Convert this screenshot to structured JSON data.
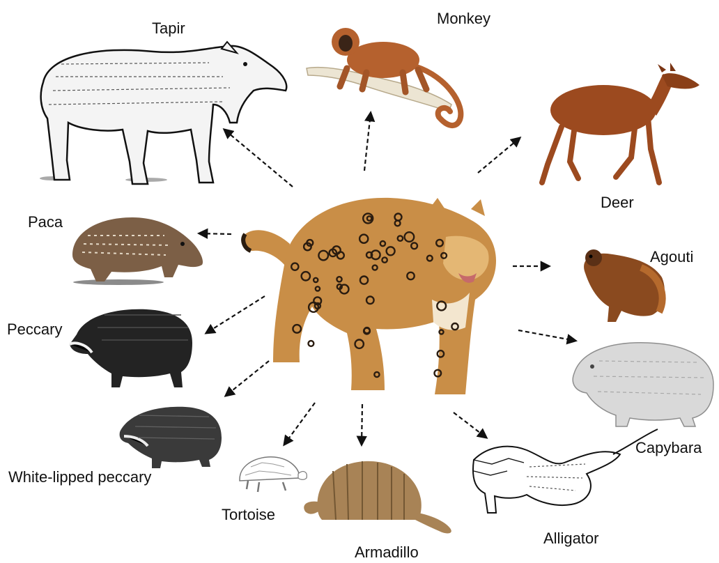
{
  "predator": {
    "name": "jaguar",
    "colors": {
      "coat": "#c98e47",
      "coat_light": "#e4b774",
      "belly": "#f3e6cf",
      "spots": "#2a1c10"
    }
  },
  "prey": [
    {
      "id": "tapir",
      "label": "Tapir",
      "icon": "tapir-icon",
      "color": "#f4f4f4"
    },
    {
      "id": "monkey",
      "label": "Monkey",
      "icon": "monkey-icon",
      "color": "#b5612e"
    },
    {
      "id": "deer",
      "label": "Deer",
      "icon": "deer-icon",
      "color": "#9c4a1f"
    },
    {
      "id": "paca",
      "label": "Paca",
      "icon": "paca-icon",
      "color": "#7c5f46"
    },
    {
      "id": "agouti",
      "label": "Agouti",
      "icon": "agouti-icon",
      "color": "#8a4a1f"
    },
    {
      "id": "peccary",
      "label": "Peccary",
      "icon": "peccary-icon",
      "color": "#232323"
    },
    {
      "id": "capybara",
      "label": "Capybara",
      "icon": "capybara-icon",
      "color": "#d9d9d9"
    },
    {
      "id": "white-lipped-peccary",
      "label": "White-lipped peccary",
      "icon": "white-lipped-peccary-icon",
      "color": "#3a3a3a"
    },
    {
      "id": "tortoise",
      "label": "Tortoise",
      "icon": "tortoise-icon",
      "color": "#ffffff"
    },
    {
      "id": "armadillo",
      "label": "Armadillo",
      "icon": "armadillo-icon",
      "color": "#a88356"
    },
    {
      "id": "alligator",
      "label": "Alligator",
      "icon": "alligator-icon",
      "color": "#ffffff"
    }
  ],
  "arrow_style": "dashed"
}
